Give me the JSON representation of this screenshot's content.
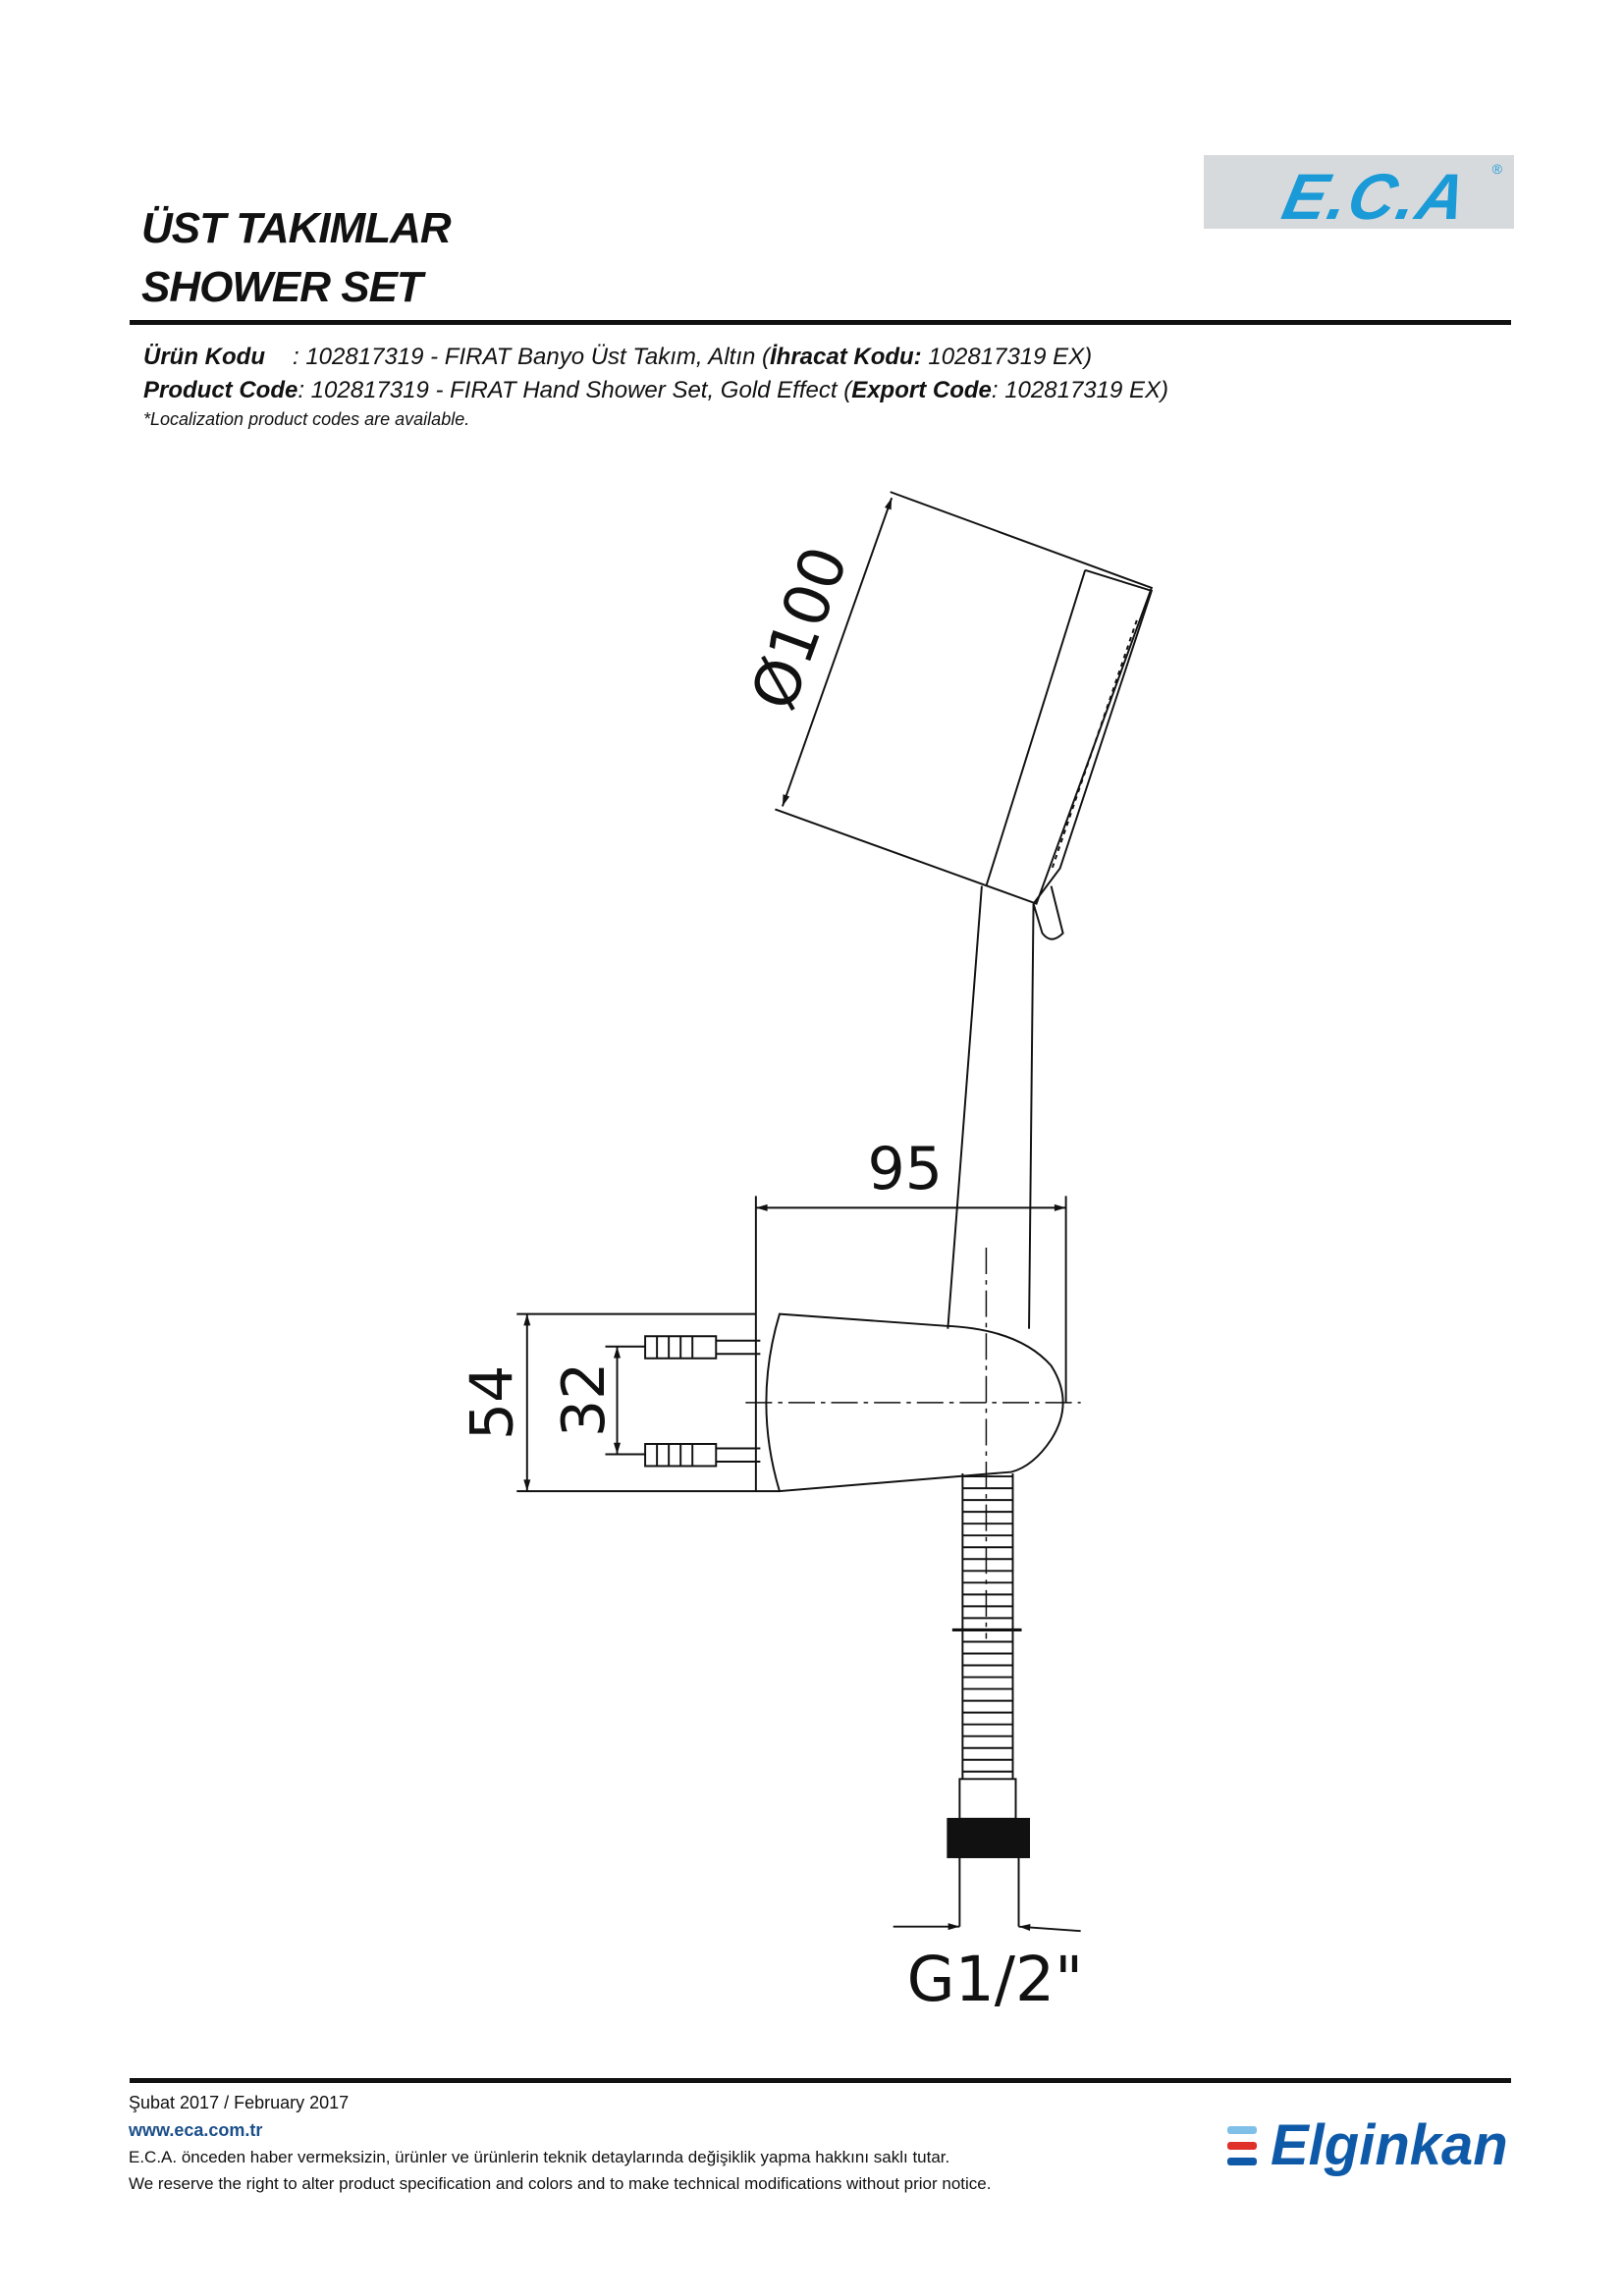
{
  "header": {
    "logo_text": "E.C.A",
    "logo_reg": "®",
    "title_tr": "ÜST TAKIMLAR",
    "title_en": "SHOWER SET"
  },
  "product": {
    "tr_label": "Ürün Kodu",
    "tr_text": ": 102817319 - FIRAT Banyo Üst Takım, Altın (",
    "tr_export_label": "İhracat Kodu:",
    "tr_export_value": " 102817319 EX)",
    "en_label": "Product Code",
    "en_text": ": 102817319 - FIRAT Hand Shower Set, Gold Effect (",
    "en_export_label": "Export Code",
    "en_export_value": ": 102817319 EX)",
    "note": "*Localization product codes are available."
  },
  "drawing": {
    "dim_diameter": "Ø100",
    "dim_width": "95",
    "dim_height": "54",
    "dim_spacing": "32",
    "dim_thread": "G1/2\""
  },
  "footer": {
    "date": "Şubat 2017 / February 2017",
    "url": "www.eca.com.tr",
    "disclaimer_tr": "E.C.A. önceden haber vermeksizin, ürünler ve ürünlerin teknik detaylarında değişiklik yapma hakkını saklı tutar.",
    "disclaimer_en": "We reserve the right to alter product specification and colors and to make technical modifications without prior notice.",
    "brand": "Elginkan"
  },
  "colors": {
    "eca_blue": "#1a9ad6",
    "elginkan_blue": "#0f5aa8",
    "elginkan_red": "#e0302a",
    "elginkan_light": "#7fc0e8"
  }
}
